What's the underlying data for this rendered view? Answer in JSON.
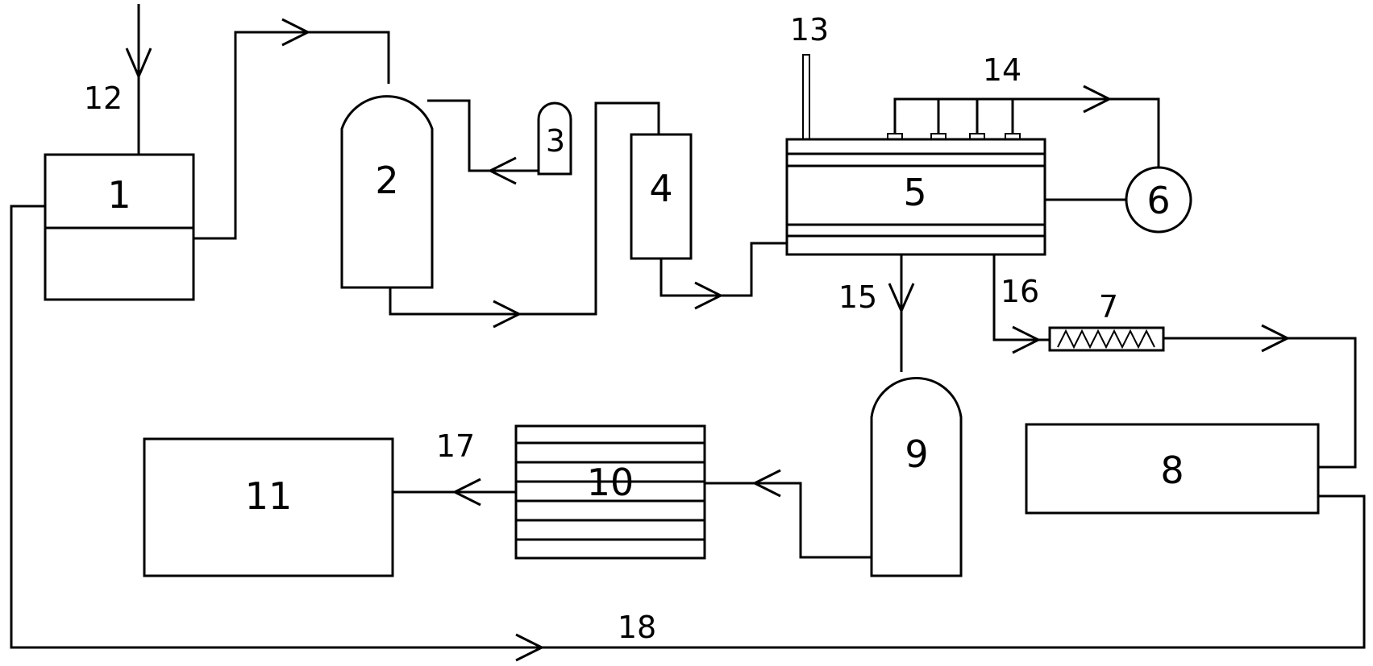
{
  "labels": {
    "unit1": "1",
    "unit2": "2",
    "unit3": "3",
    "unit4": "4",
    "unit5": "5",
    "unit6": "6",
    "unit7": "7",
    "unit8": "8",
    "unit9": "9",
    "unit10": "10",
    "unit11": "11",
    "stream12": "12",
    "stream13": "13",
    "stream14": "14",
    "stream15": "15",
    "stream16": "16",
    "stream17": "17",
    "stream18": "18"
  },
  "colors": {
    "line": "#000000",
    "background": "#ffffff"
  }
}
